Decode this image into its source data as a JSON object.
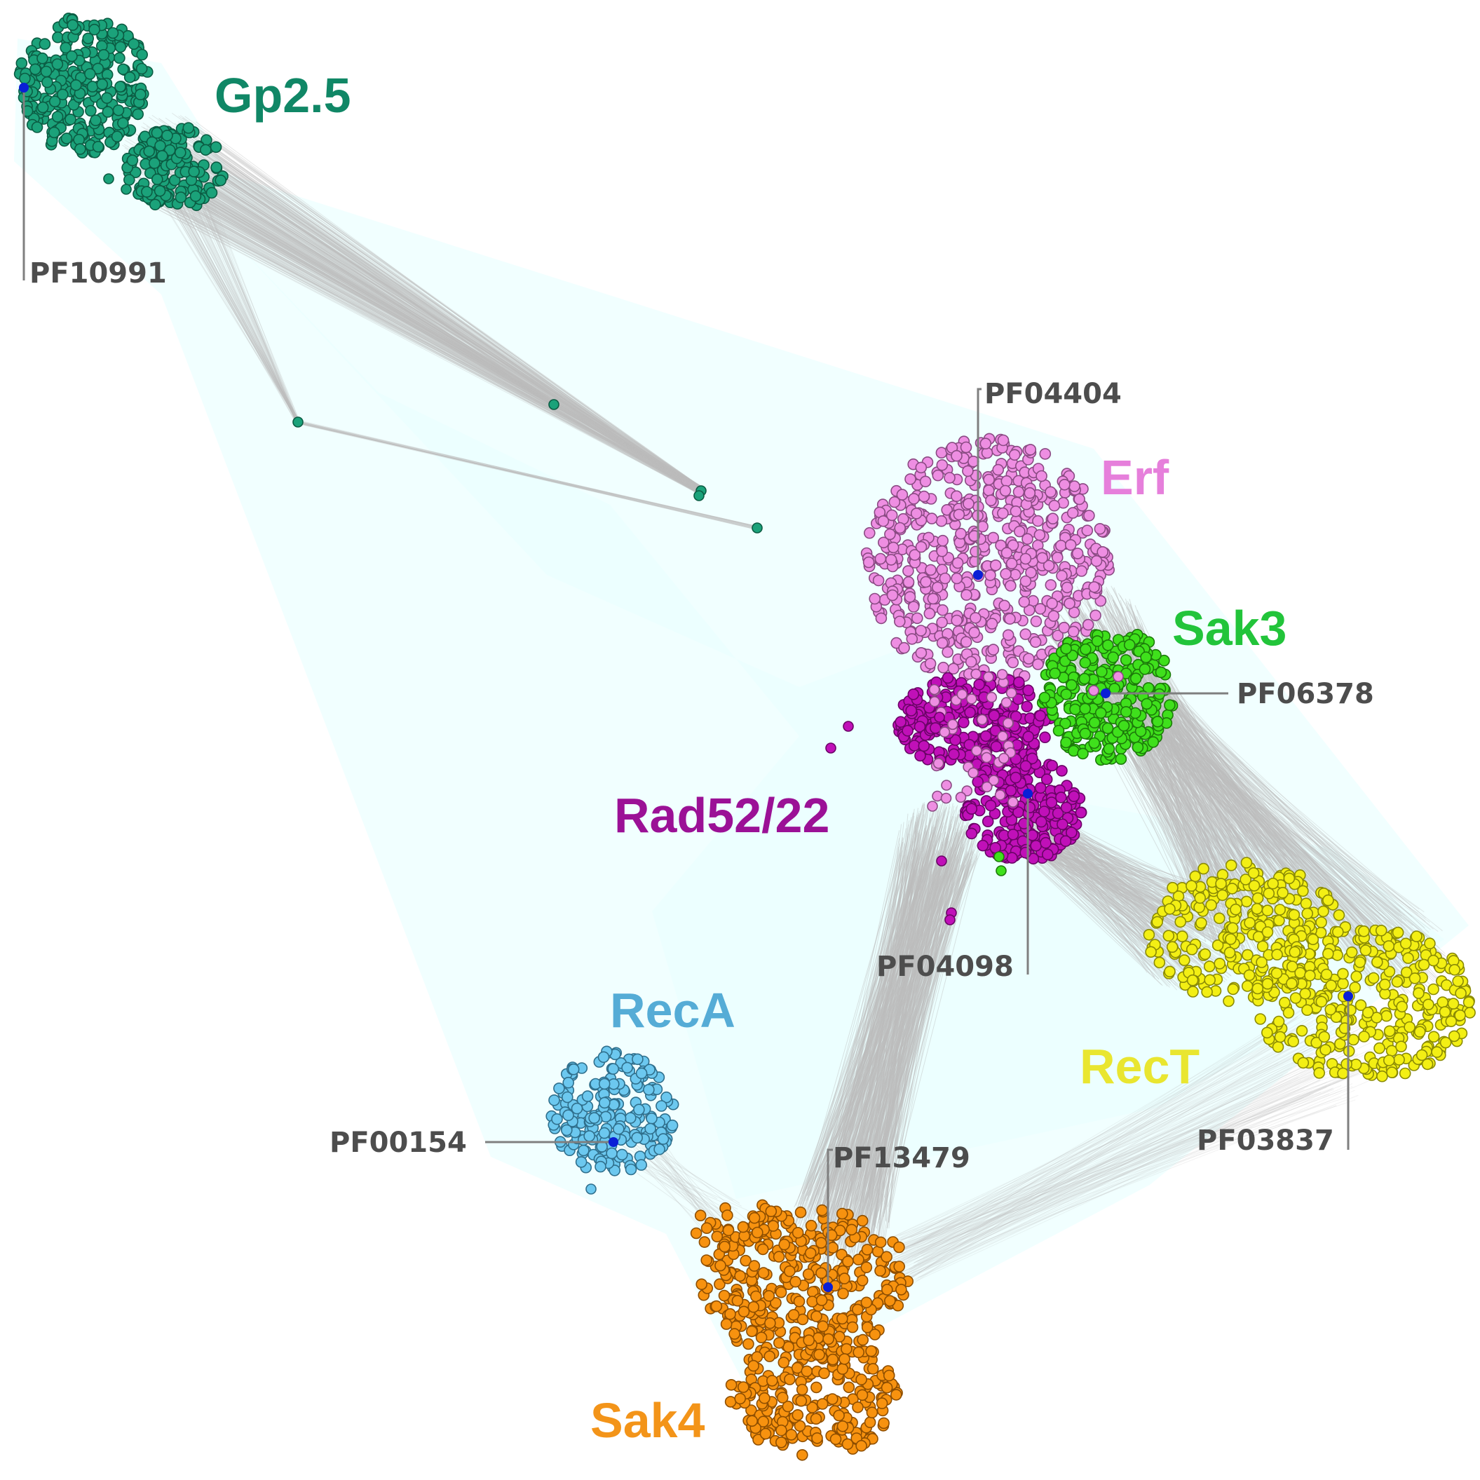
{
  "families": [
    {
      "id": "gp25",
      "name": "Gp2.5",
      "pfam": "PF10991",
      "fill": "#1ba27a",
      "stroke": "#0b5c43",
      "label_color": "#108766"
    },
    {
      "id": "erf",
      "name": "Erf",
      "pfam": "PF04404",
      "fill": "#ee8ee2",
      "stroke": "#8a4a83",
      "label_color": "#e67fdb"
    },
    {
      "id": "sak3",
      "name": "Sak3",
      "pfam": "PF06378",
      "fill": "#3fe01c",
      "stroke": "#1c7a0a",
      "label_color": "#22c43a"
    },
    {
      "id": "rad52",
      "name": "Rad52/22",
      "pfam": "PF04098",
      "fill": "#c010b8",
      "stroke": "#6a0466",
      "label_color": "#9b1196"
    },
    {
      "id": "rect",
      "name": "RecT",
      "pfam": "PF03837",
      "fill": "#f3ef14",
      "stroke": "#8a8a05",
      "label_color": "#e9e630"
    },
    {
      "id": "reca",
      "name": "RecA",
      "pfam": "PF00154",
      "fill": "#6cc8ef",
      "stroke": "#2f6f8c",
      "label_color": "#55acd6"
    },
    {
      "id": "sak4",
      "name": "Sak4",
      "pfam": "PF13479",
      "fill": "#f7920f",
      "stroke": "#8e4e00",
      "label_color": "#f39419"
    }
  ],
  "colors": {
    "edge": "#bdbdbd",
    "hull": "#e6ffff",
    "anchor": "#0a1fd6",
    "leader": "#7f7f7f",
    "pfam_text": "#4d4d4d"
  }
}
